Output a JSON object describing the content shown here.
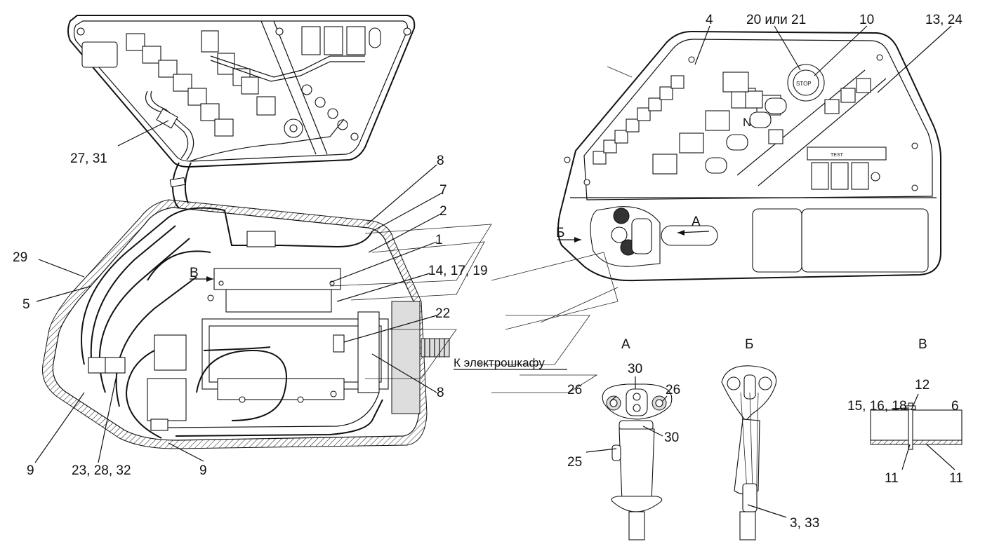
{
  "callouts": {
    "c1": "1",
    "c2": "2",
    "c3_33": "3, 33",
    "c4": "4",
    "c5": "5",
    "c7": "7",
    "c8_top": "8",
    "c8_bottom": "8",
    "c9_left": "9",
    "c9_right": "9",
    "c10": "10",
    "c11_left": "11",
    "c11_right": "11",
    "c12": "12",
    "c13_24": "13, 24",
    "c14_17_19": "14, 17, 19",
    "c15_16_18": "15, 16, 18",
    "c20_21": "20 или 21",
    "c22": "22",
    "c23_28_32": "23, 28, 32",
    "c25": "25",
    "c26_left": "26",
    "c26_right": "26",
    "c27_31": "27, 31",
    "c29": "29",
    "c30_top": "30",
    "c30_bottom": "30",
    "c6": "6"
  },
  "views": {
    "a": "А",
    "b": "Б",
    "v": "В"
  },
  "markers": {
    "a": "А",
    "b": "Б",
    "v": "В"
  },
  "annotations": {
    "to_cabinet": "К электрошкафу"
  },
  "panel_text": {
    "stop": "STOP",
    "test": "TEST",
    "n": "N"
  }
}
